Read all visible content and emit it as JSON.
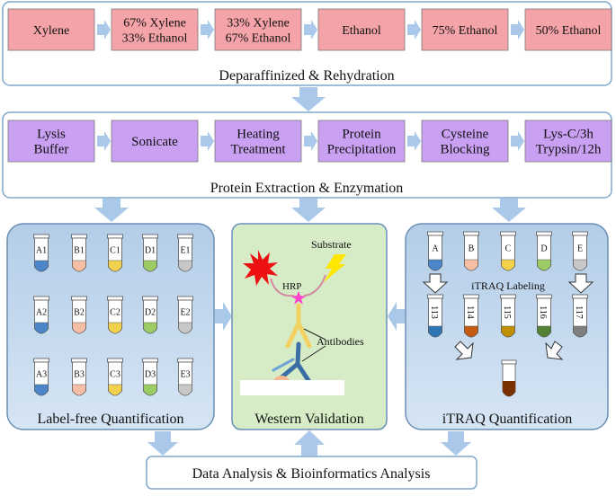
{
  "deparaffinization": {
    "title": "Deparaffinized & Rehydration",
    "steps": [
      [
        "Xylene"
      ],
      [
        "67% Xylene",
        "33% Ethanol"
      ],
      [
        "33% Xylene",
        "67% Ethanol"
      ],
      [
        "Ethanol"
      ],
      [
        "75% Ethanol"
      ],
      [
        "50% Ethanol"
      ]
    ]
  },
  "extraction": {
    "title": "Protein Extraction & Enzymation",
    "steps": [
      [
        "Lysis",
        "Buffer"
      ],
      [
        "Sonicate"
      ],
      [
        "Heating",
        "Treatment"
      ],
      [
        "Protein",
        "Precipitation"
      ],
      [
        "Cysteine",
        "Blocking"
      ],
      [
        "Lys-C/3h",
        "Trypsin/12h"
      ]
    ]
  },
  "label_free": {
    "title": "Label-free Quantification",
    "tubes": [
      "A1",
      "B1",
      "C1",
      "D1",
      "E1",
      "A2",
      "B2",
      "C2",
      "D2",
      "E2",
      "A3",
      "B3",
      "C3",
      "D3",
      "E3"
    ]
  },
  "western": {
    "title": "Western Validation",
    "substrate_label": "Substrate",
    "hrp_label": "HRP",
    "antibodies_label": "Antibodies"
  },
  "itraq": {
    "title": "iTRAQ Quantification",
    "sample_tubes": [
      "A",
      "B",
      "C",
      "D",
      "E"
    ],
    "labeling_text": "iTRAQ Labeling",
    "tag_tubes": [
      "113",
      "114",
      "115",
      "116",
      "117"
    ]
  },
  "analysis": {
    "title": "Data Analysis & Bioinformatics Analysis"
  },
  "colors": {
    "pink_box": "#f4a3a8",
    "purple_box": "#c9a0f2",
    "panel_blue": "#bcd3ea",
    "panel_green": "#d5ecc6",
    "arrow_blue": "#a9c8ea",
    "tube_colors": [
      "#4a86c8",
      "#f7bea6",
      "#f2d14d",
      "#9ccc65",
      "#c8c8c8"
    ],
    "tag_colors": [
      "#2e75b6",
      "#c55a11",
      "#bf9000",
      "#548235",
      "#7f7f7f"
    ],
    "pooled_color": "#7b3000"
  }
}
